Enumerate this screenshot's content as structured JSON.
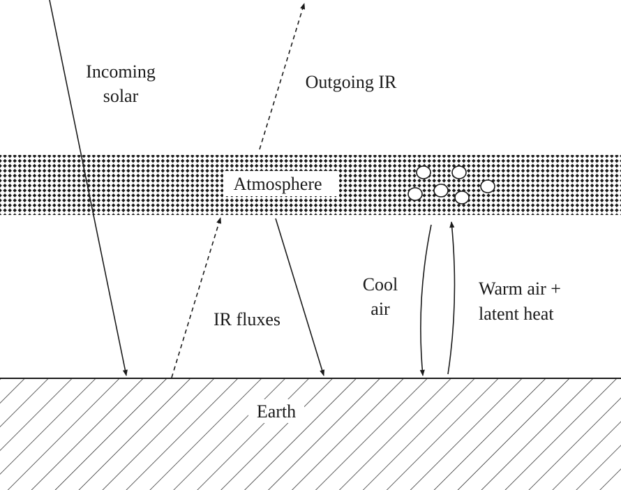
{
  "labels": {
    "incoming_solar_line1": "Incoming",
    "incoming_solar_line2": "solar",
    "outgoing_ir": "Outgoing IR",
    "atmosphere": "Atmosphere",
    "ir_fluxes": "IR fluxes",
    "cool_air_line1": "Cool",
    "cool_air_line2": "air",
    "warm_air_line1": "Warm air +",
    "warm_air_line2": "latent heat",
    "earth": "Earth"
  },
  "colors": {
    "ink": "#1a1a1a",
    "background": "#ffffff"
  }
}
